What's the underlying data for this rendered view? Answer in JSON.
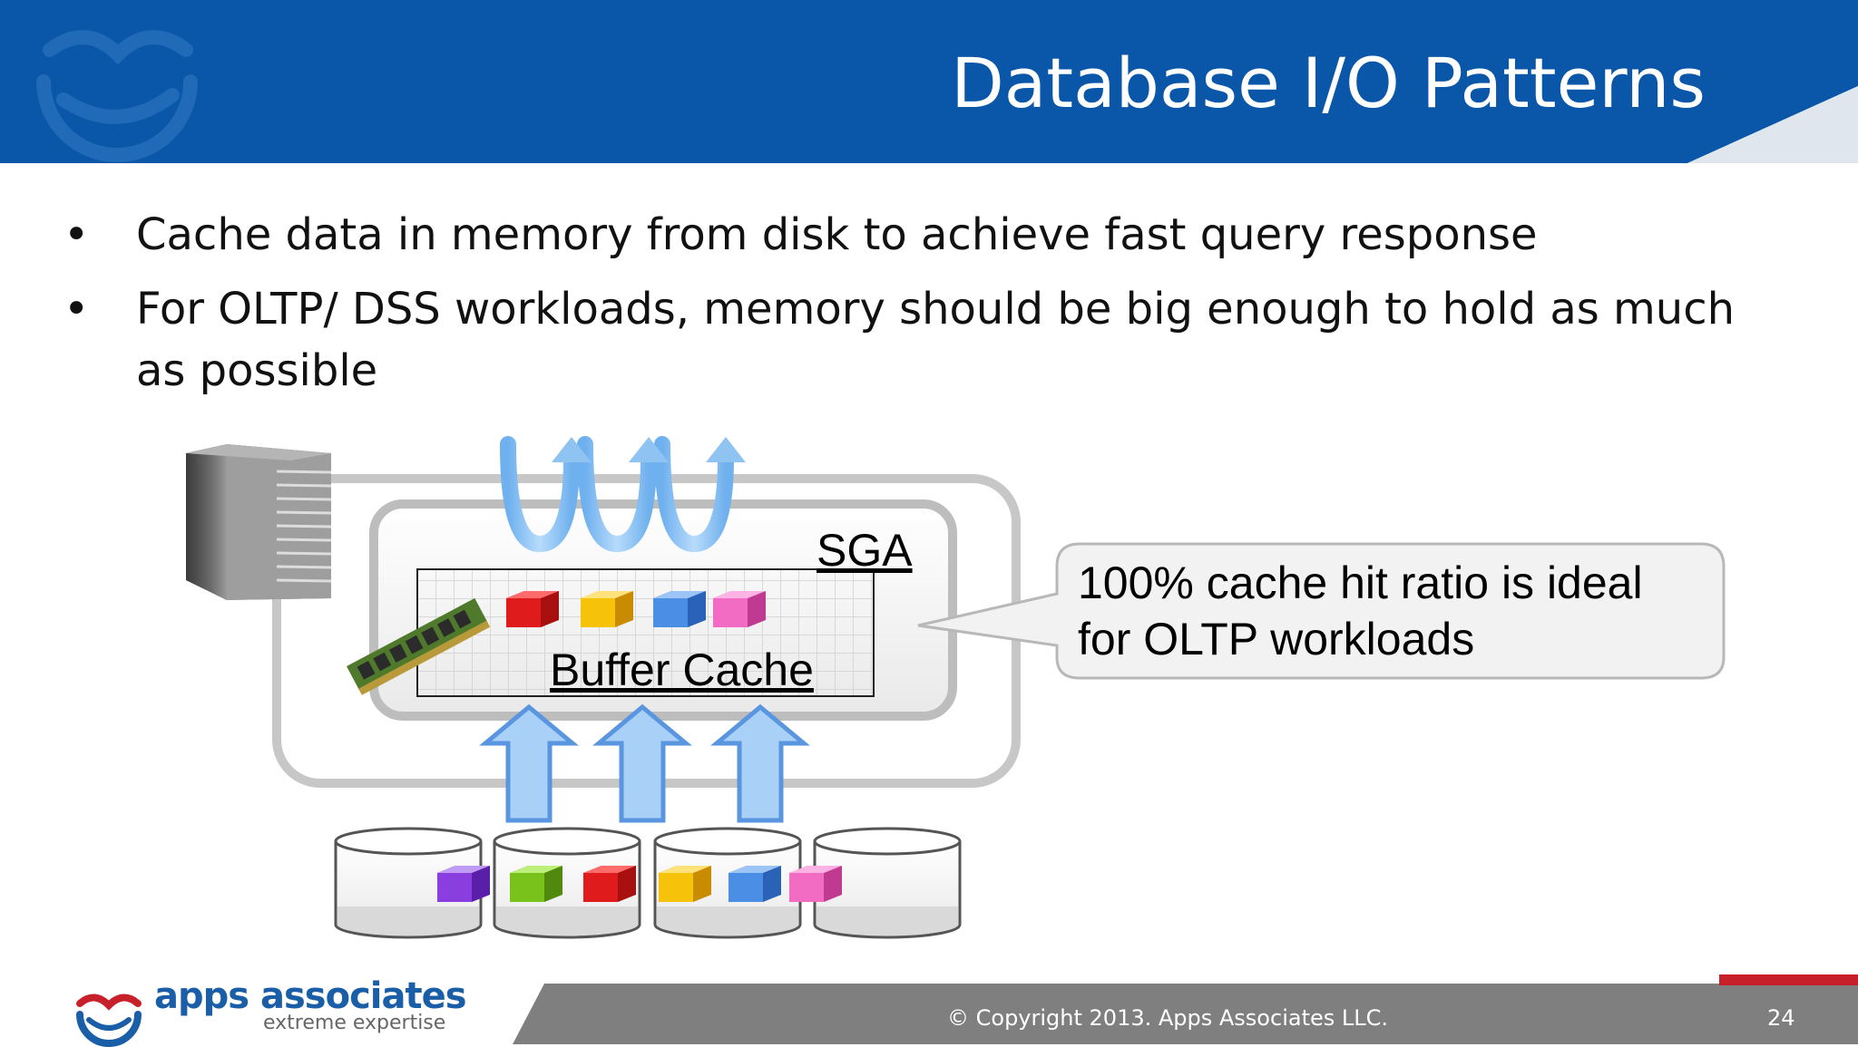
{
  "slide": {
    "title": "Database I/O Patterns",
    "bullets": [
      "Cache data in memory from disk to achieve fast query response",
      "For OLTP/ DSS workloads, memory should be big enough to hold as much as possible"
    ],
    "bullet_marker": "•"
  },
  "diagram": {
    "sga_label": "SGA",
    "buffer_cache_label": "Buffer Cache",
    "callout": "100% cache hit ratio is ideal for OLTP workloads",
    "icons": [
      "server-icon",
      "memory-module-icon",
      "disk-icon"
    ]
  },
  "footer": {
    "brand_name": "apps associates",
    "brand_tagline": "extreme expertise",
    "copyright": "© Copyright 2013. Apps Associates LLC.",
    "page_number": "24"
  },
  "colors": {
    "header_blue": "#0a56a8",
    "footer_gray": "#7f7f7f",
    "accent_red": "#c8202a",
    "arrow_blue": "#8fc3f2",
    "block_red": "#e01b1b",
    "block_yellow": "#f6c20a",
    "block_blue": "#4a8ee6",
    "block_pink": "#f36cc4",
    "block_purple": "#8a3ee0",
    "block_green": "#79c21c"
  }
}
